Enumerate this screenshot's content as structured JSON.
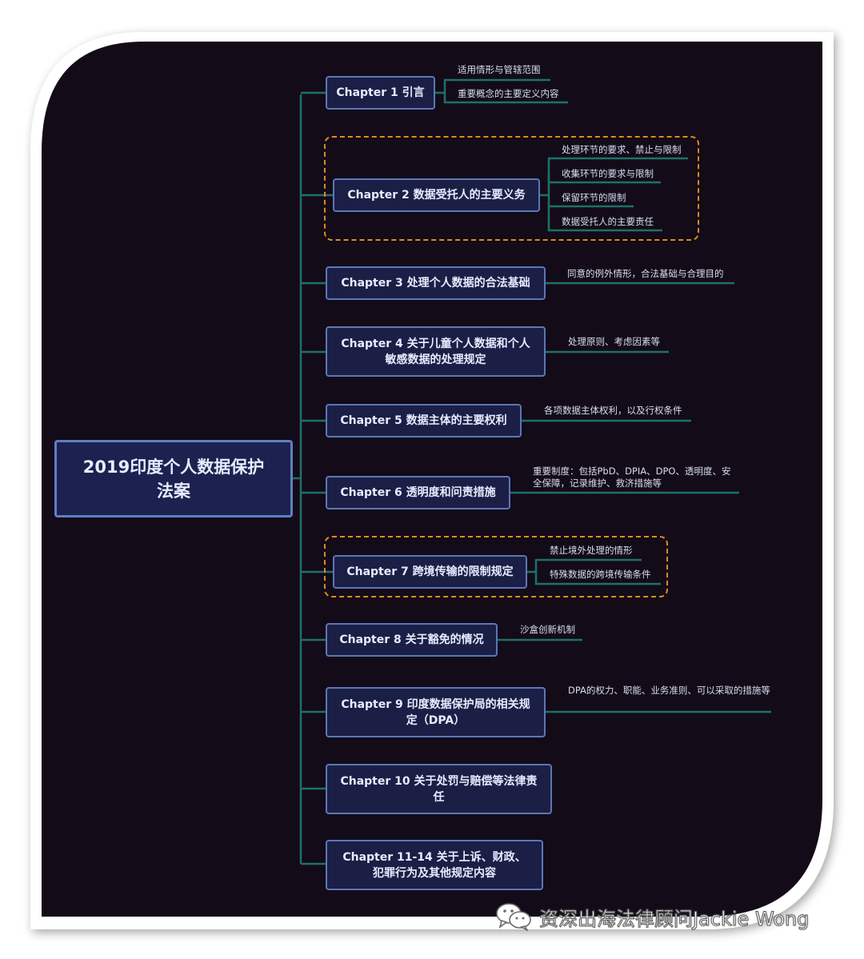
{
  "root": "2019印度个人数据保护法案",
  "chapters": [
    {
      "label": "Chapter 1 引言",
      "children": [
        "适用情形与管辖范围",
        "重要概念的主要定义内容"
      ]
    },
    {
      "label": "Chapter 2 数据受托人的主要义务",
      "children": [
        "处理环节的要求、禁止与限制",
        "收集环节的要求与限制",
        "保留环节的限制",
        "数据受托人的主要责任"
      ]
    },
    {
      "label": "Chapter 3 处理个人数据的合法基础",
      "children": [
        "同意的例外情形，合法基础与合理目的"
      ]
    },
    {
      "label": "Chapter 4 关于儿童个人数据和个人敏感数据的处理规定",
      "children": [
        "处理原则、考虑因素等"
      ]
    },
    {
      "label": "Chapter 5 数据主体的主要权利",
      "children": [
        "各项数据主体权利，以及行权条件"
      ]
    },
    {
      "label": "Chapter 6 透明度和问责措施",
      "children": [
        "重要制度：包括PbD、DPIA、DPO、透明度、安全保障，记录维护、救济措施等"
      ]
    },
    {
      "label": "Chapter 7 跨境传输的限制规定",
      "children": [
        "禁止境外处理的情形",
        "特殊数据的跨境传输条件"
      ]
    },
    {
      "label": "Chapter 8 关于豁免的情况",
      "children": [
        "沙盒创新机制"
      ]
    },
    {
      "label": "Chapter 9 印度数据保护局的相关规定（DPA）",
      "children": [
        "DPA的权力、职能、业务准则、可以采取的措施等"
      ]
    },
    {
      "label": "Chapter 10 关于处罚与赔偿等法律责任",
      "children": []
    },
    {
      "label": "Chapter 11-14 关于上诉、财政、犯罪行为及其他规定内容",
      "children": []
    }
  ],
  "watermark": "资深出海法律顾问Jackie Wong",
  "colors": {
    "canvas": "#130b18",
    "node_fill": "#1c1f45",
    "node_border": "#5b77b8",
    "connector": "#1f6f6a",
    "highlight": "#e08a1e"
  },
  "icons": {
    "watermark": "wechat-icon"
  }
}
